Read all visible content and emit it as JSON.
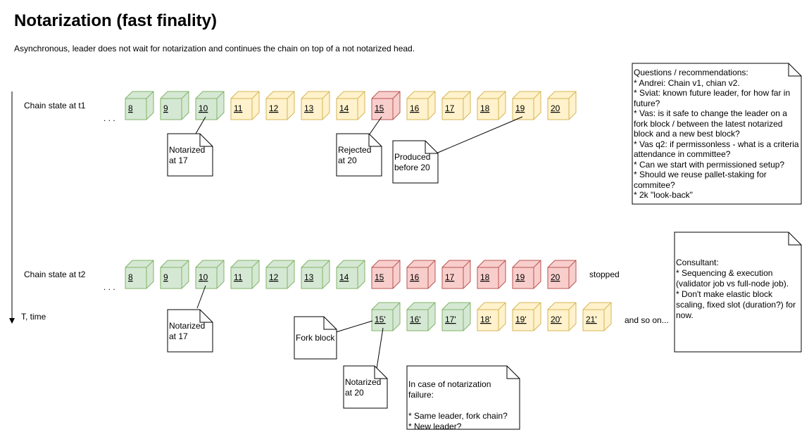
{
  "title": "Notarization (fast finality)",
  "subtitle": "Asynchronous, leader does not wait for notarization and continues the chain on top of a not notarized head.",
  "colors": {
    "notarized_fill": "#d5e8d4",
    "notarized_stroke": "#82b366",
    "pending_fill": "#fff2cc",
    "pending_stroke": "#d6b656",
    "rejected_fill": "#f8cecc",
    "rejected_stroke": "#b85450"
  },
  "timeline": {
    "axis_label": "T, time"
  },
  "ellipsis": ". . .",
  "row1": {
    "label": "Chain state at t1",
    "blocks": [
      {
        "label": "8",
        "state": "notarized"
      },
      {
        "label": "9",
        "state": "notarized"
      },
      {
        "label": "10",
        "state": "notarized"
      },
      {
        "label": "11",
        "state": "pending"
      },
      {
        "label": "12",
        "state": "pending"
      },
      {
        "label": "13",
        "state": "pending"
      },
      {
        "label": "14",
        "state": "pending"
      },
      {
        "label": "15",
        "state": "rejected"
      },
      {
        "label": "16",
        "state": "pending"
      },
      {
        "label": "17",
        "state": "pending"
      },
      {
        "label": "18",
        "state": "pending"
      },
      {
        "label": "19",
        "state": "pending"
      },
      {
        "label": "20",
        "state": "pending"
      }
    ]
  },
  "row2": {
    "label": "Chain state at t2",
    "trailing": "stopped",
    "blocks": [
      {
        "label": "8",
        "state": "notarized"
      },
      {
        "label": "9",
        "state": "notarized"
      },
      {
        "label": "10",
        "state": "notarized"
      },
      {
        "label": "11",
        "state": "notarized"
      },
      {
        "label": "12",
        "state": "notarized"
      },
      {
        "label": "13",
        "state": "notarized"
      },
      {
        "label": "14",
        "state": "notarized"
      },
      {
        "label": "15",
        "state": "rejected"
      },
      {
        "label": "16",
        "state": "rejected"
      },
      {
        "label": "17",
        "state": "rejected"
      },
      {
        "label": "18",
        "state": "rejected"
      },
      {
        "label": "19",
        "state": "rejected"
      },
      {
        "label": "20",
        "state": "rejected"
      }
    ]
  },
  "fork": {
    "trailing": "and so on...",
    "blocks": [
      {
        "label": "15'",
        "state": "notarized"
      },
      {
        "label": "16'",
        "state": "notarized"
      },
      {
        "label": "17'",
        "state": "notarized"
      },
      {
        "label": "18'",
        "state": "pending"
      },
      {
        "label": "19'",
        "state": "pending"
      },
      {
        "label": "20'",
        "state": "pending"
      },
      {
        "label": "21'",
        "state": "pending"
      }
    ]
  },
  "notes": {
    "notarized_17_a": "Notarized\nat 17",
    "rejected_20": "Rejected\nat 20",
    "produced_20": "Produced\nbefore 20",
    "notarized_17_b": "Notarized\nat 17",
    "fork_block": "Fork block",
    "notarized_20": "Notarized\nat 20",
    "failure": "In case of notarization failure:\n\n* Same leader, fork chain?\n* New leader?",
    "questions": "Questions / recommendations:\n* Andrei: Chain v1, chian v2.\n* Sviat: known future leader, for how far in future?\n* Vas: is it safe to change the leader on a fork block / between the latest notarized block and a new best block?\n* Vas q2: if permissonless - what is a criteria attendance in committee?\n* Can we start with permissioned setup?\n* Should we reuse pallet-staking for commitee?\n* 2k \"look-back\"",
    "consultant": "Consultant:\n* Sequencing & execution (validator job vs full-node job).\n* Don't make elastic block scaling, fixed slot (duration?) for now."
  }
}
